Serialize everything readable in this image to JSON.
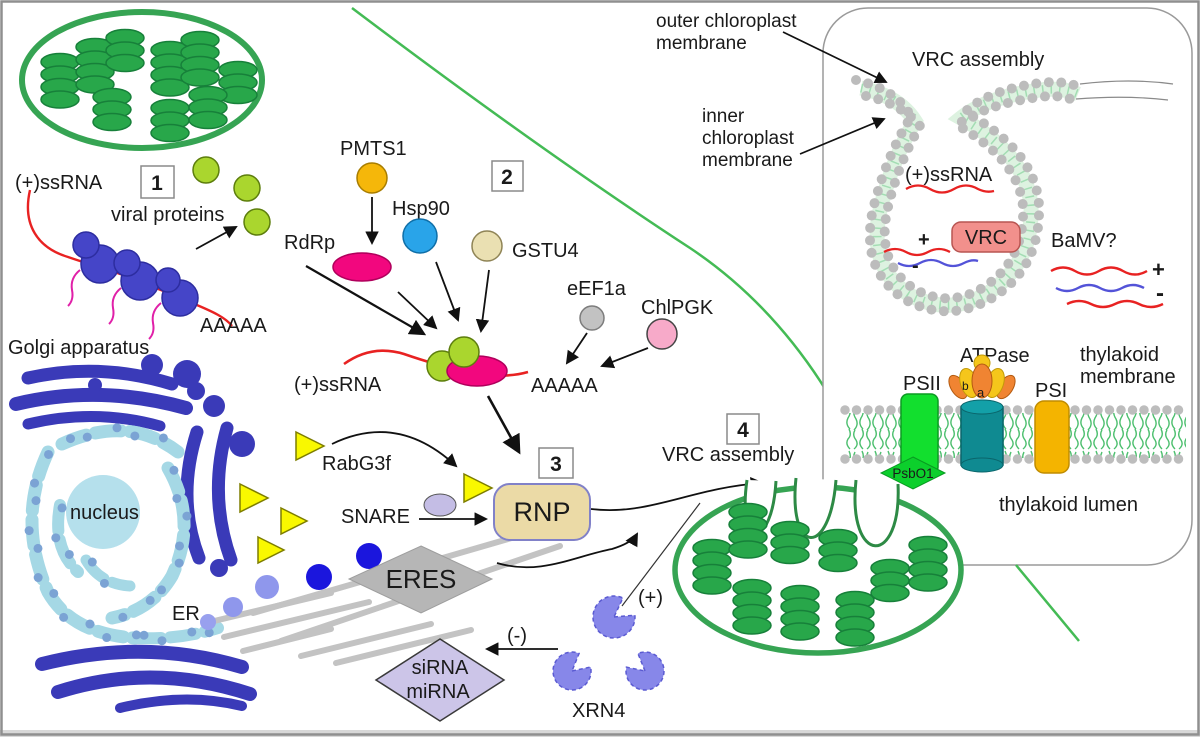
{
  "main": {
    "step1": {
      "num": "1",
      "ssrna": "(+)ssRNA",
      "viral_proteins": "viral proteins",
      "poly_a": "AAAAA"
    },
    "step2": {
      "num": "2",
      "pmts1": "PMTS1",
      "hsp90": "Hsp90",
      "rdrp": "RdRp",
      "gstu4": "GSTU4",
      "eef1a": "eEF1a",
      "chlpgk": "ChlPGK",
      "ssrna": "(+)ssRNA",
      "poly_a": "AAAAA"
    },
    "step3": {
      "num": "3",
      "rabg3f": "RabG3f",
      "snare": "SNARE",
      "rnp": "RNP",
      "eres": "ERES"
    },
    "step4": {
      "num": "4",
      "vrc_assembly": "VRC assembly"
    },
    "organelles": {
      "golgi": "Golgi apparatus",
      "nucleus": "nucleus",
      "er": "ER"
    },
    "rna_decay": {
      "plus": "(+)",
      "minus": "(-)",
      "sirna": "siRNA",
      "mirna": "miRNA",
      "xrn4": "XRN4"
    }
  },
  "inset": {
    "title": "VRC assembly",
    "outer_membrane": [
      "outer chloroplast",
      "membrane"
    ],
    "inner_membrane": [
      "inner",
      "chloroplast",
      "membrane"
    ],
    "vesicle": {
      "ssrna": "(+)ssRNA",
      "plus": "+",
      "minus": "-",
      "vrc": "VRC"
    },
    "bamv": {
      "label": "BaMV?",
      "plus": "+",
      "minus": "-"
    },
    "thylakoid": {
      "atpase": "ATPase",
      "sub_a": "a",
      "sub_b": "b",
      "membrane": [
        "thylakoid",
        "membrane"
      ],
      "psii": "PSII",
      "psi": "PSI",
      "psbo1": "PsbO1",
      "lumen": "thylakoid lumen"
    }
  },
  "palette": {
    "chloroplast_green": "#36a453",
    "grana_green": "#28a74a",
    "viral_protein_green": "#aad62e",
    "rdrp_magenta": "#f2077e",
    "pmts1_orange": "#f5b70a",
    "hsp90_blue": "#29a4e9",
    "gstu4_tan": "#eae0b2",
    "eef1a_gray": "#c2c2c2",
    "chlpgk_pink": "#f7aac9",
    "ribosome_blue": "#4545c8",
    "golgi_blue": "#3a3ab8",
    "nucleus_blue": "#a5d8e5",
    "vesicle_yellow": "#f9f800",
    "snare_lavender": "#c4bde5",
    "rnp_tan": "#ebdaa6",
    "eres_gray": "#b6b6b6",
    "sirna_lavender": "#ccc5e8",
    "xrn4_periwinkle": "#8787e9",
    "vrc_pink": "#f2908c",
    "plus_rna_red": "#e82222",
    "minus_rna_blue": "#5353d8",
    "psii_green": "#12df2e",
    "atpase_teal": "#0f8a91",
    "psi_gold": "#f4b400",
    "membrane_bead_gray": "#bcbcbc"
  }
}
